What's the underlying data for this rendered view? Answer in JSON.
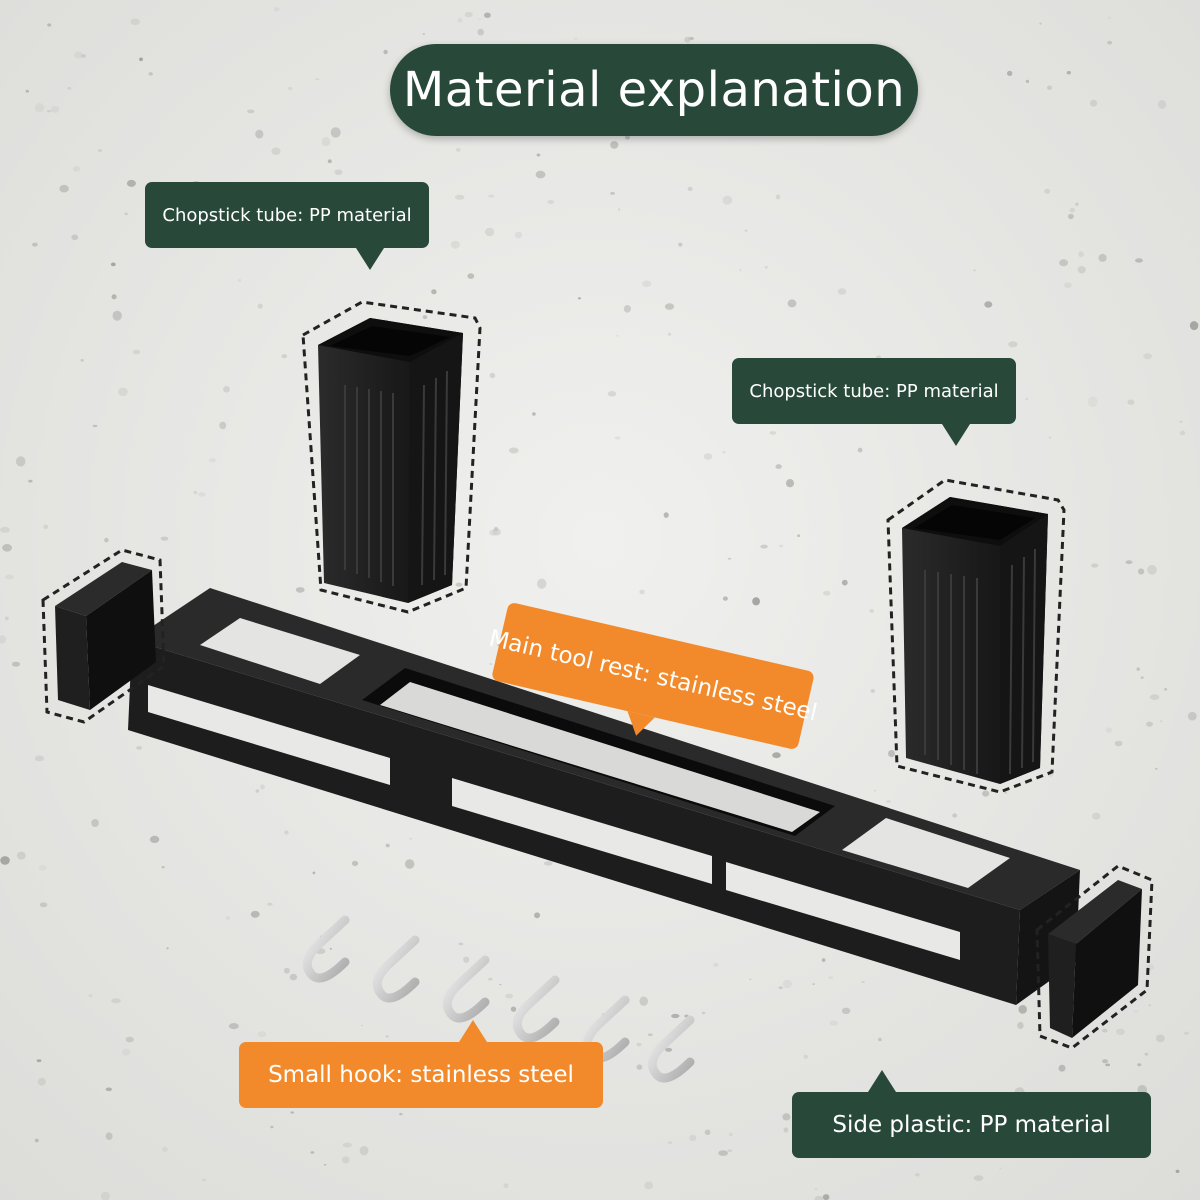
{
  "title": "Material explanation",
  "labels": {
    "tube_left": "Chopstick tube: PP material",
    "tube_right": "Chopstick tube: PP material",
    "main_rail": "Main tool rest: stainless steel",
    "hooks": "Small hook: stainless steel",
    "side_plastic": "Side plastic: PP material"
  },
  "colors": {
    "label_green": "#28493a",
    "label_orange": "#f28a2b",
    "product_black": "#1c1c1c",
    "background": "#e9e9e7"
  },
  "parts": [
    "chopstick-tube-left",
    "chopstick-tube-right",
    "main-tool-rest",
    "side-cap-left",
    "side-cap-right",
    "small-hooks"
  ]
}
